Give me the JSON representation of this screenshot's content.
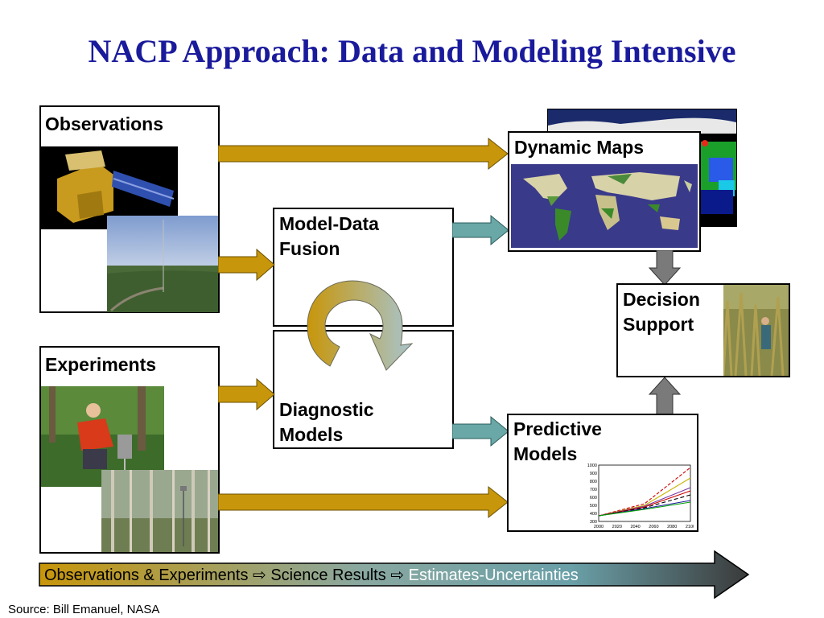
{
  "title": "NACP Approach:  Data and Modeling Intensive",
  "boxes": {
    "observations": "Observations",
    "experiments": "Experiments",
    "model_data_fusion": "Model-Data\nFusion",
    "diagnostic_models": "Diagnostic\nModels",
    "dynamic_maps": "Dynamic Maps",
    "decision_support": "Decision\nSupport",
    "predictive_models": "Predictive\nModels"
  },
  "bottom_flow": {
    "part1": "Observations & Experiments",
    "sep": "⇨",
    "part2": "Science Results",
    "part3": "Estimates-Uncertainties"
  },
  "source": "Source:  Bill Emanuel, NASA",
  "chart_data": {
    "type": "line",
    "x_ticks": [
      "2000",
      "2020",
      "2040",
      "2060",
      "2080",
      "2100"
    ],
    "y_ticks": [
      "300",
      "400",
      "500",
      "600",
      "700",
      "800",
      "900",
      "1000"
    ],
    "ylim": [
      300,
      1000
    ],
    "xlim": [
      2000,
      2100
    ],
    "series": [
      {
        "color": "#cc0000",
        "dash": "4,2",
        "values": [
          [
            2000,
            370
          ],
          [
            2050,
            520
          ],
          [
            2100,
            970
          ]
        ]
      },
      {
        "color": "#c8b400",
        "dash": "",
        "values": [
          [
            2000,
            370
          ],
          [
            2050,
            500
          ],
          [
            2100,
            840
          ]
        ]
      },
      {
        "color": "#7a3aa0",
        "dash": "",
        "values": [
          [
            2000,
            370
          ],
          [
            2050,
            490
          ],
          [
            2100,
            720
          ]
        ]
      },
      {
        "color": "#cc0000",
        "dash": "",
        "values": [
          [
            2000,
            370
          ],
          [
            2050,
            480
          ],
          [
            2100,
            680
          ]
        ]
      },
      {
        "color": "#000000",
        "dash": "5,3",
        "values": [
          [
            2000,
            370
          ],
          [
            2050,
            470
          ],
          [
            2100,
            630
          ]
        ]
      },
      {
        "color": "#1a1a9c",
        "dash": "",
        "values": [
          [
            2000,
            370
          ],
          [
            2050,
            460
          ],
          [
            2100,
            560
          ]
        ]
      },
      {
        "color": "#00a000",
        "dash": "",
        "values": [
          [
            2000,
            370
          ],
          [
            2050,
            450
          ],
          [
            2100,
            540
          ]
        ]
      }
    ]
  },
  "colors": {
    "title": "#1a1a9c",
    "gold_arrow": "#c8960a",
    "teal_arrow": "#6aa8a8",
    "gray_arrow": "#7a7a7a"
  }
}
